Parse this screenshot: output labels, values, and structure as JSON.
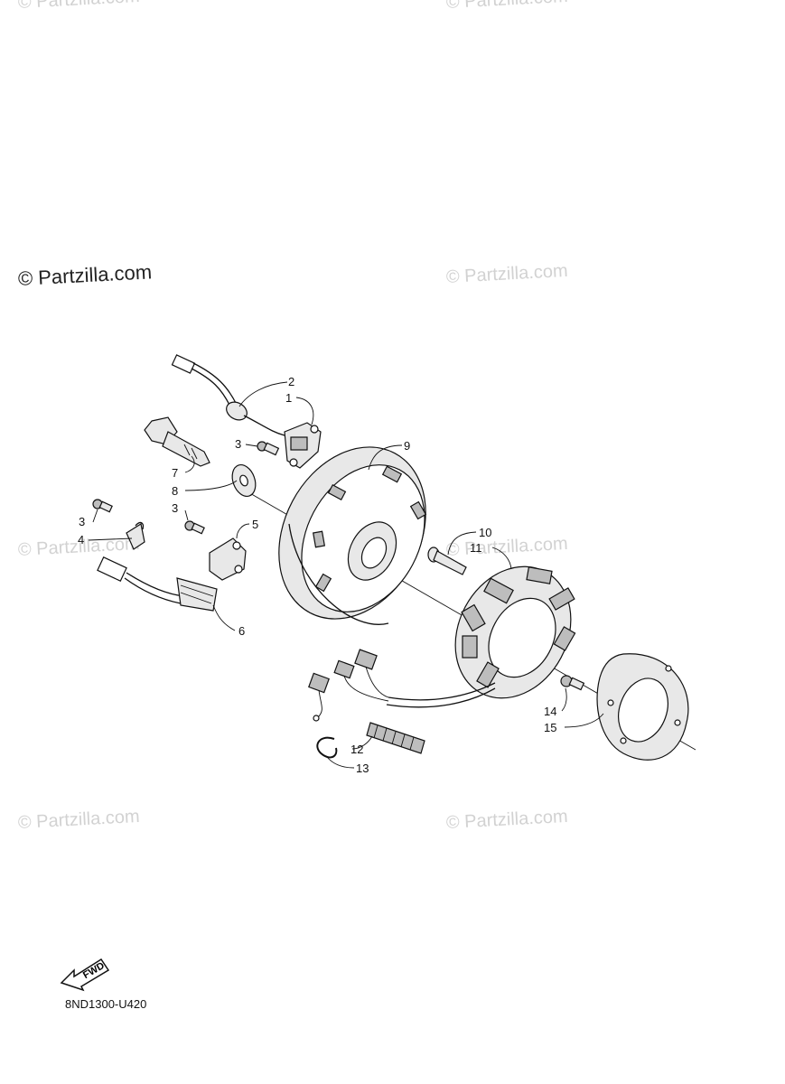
{
  "watermarks": {
    "main": "© Partzilla.com",
    "faint": "© Partzilla.com"
  },
  "callouts": {
    "c1": "1",
    "c2": "2",
    "c3a": "3",
    "c3b": "3",
    "c3c": "3",
    "c4": "4",
    "c5": "5",
    "c6": "6",
    "c7": "7",
    "c8": "8",
    "c9": "9",
    "c10": "10",
    "c11": "11",
    "c12": "12",
    "c13": "13",
    "c14": "14",
    "c15": "15"
  },
  "fwd_label": "FWD",
  "diagram_code": "8ND1300-U420"
}
